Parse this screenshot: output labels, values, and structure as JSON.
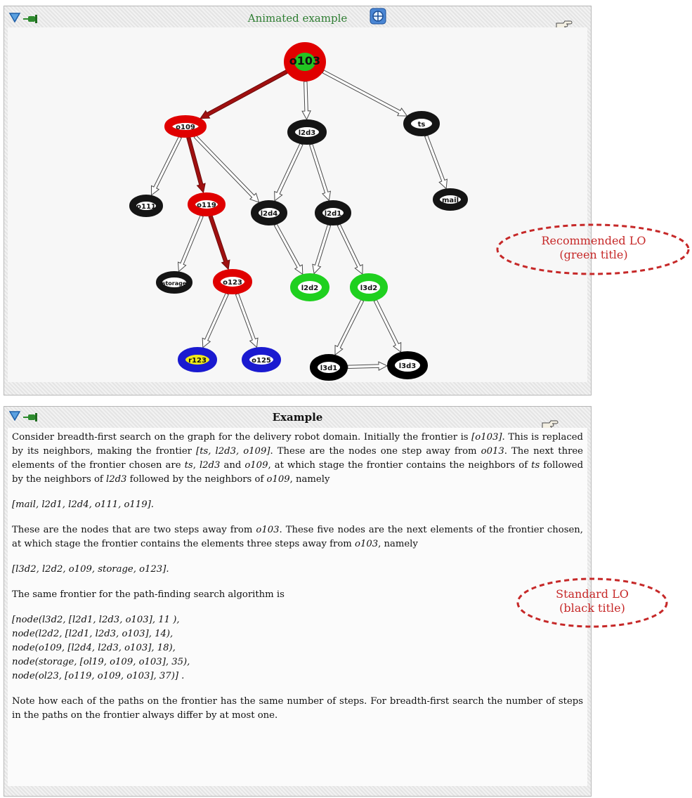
{
  "panel_recommended": {
    "title": "Animated example",
    "icons": [
      "collapse-triangle-icon",
      "pin-icon",
      "zoom-globe-icon",
      "pointing-hand-icon"
    ]
  },
  "graph": {
    "nodes": [
      {
        "id": "o103",
        "label": "o103",
        "fill": "#22c422",
        "stroke": "#e00000"
      },
      {
        "id": "o109",
        "label": "o109",
        "fill": "#ffffff",
        "stroke": "#e00000"
      },
      {
        "id": "l2d3",
        "label": "l2d3",
        "fill": "#ffffff",
        "stroke": "#151515"
      },
      {
        "id": "ts",
        "label": "ts",
        "fill": "#ffffff",
        "stroke": "#151515"
      },
      {
        "id": "o111",
        "label": "o111",
        "fill": "#ffffff",
        "stroke": "#151515"
      },
      {
        "id": "o119",
        "label": "o119",
        "fill": "#ffffff",
        "stroke": "#e00000"
      },
      {
        "id": "l2d4",
        "label": "l2d4",
        "fill": "#ffffff",
        "stroke": "#151515"
      },
      {
        "id": "l2d1",
        "label": "l2d1",
        "fill": "#ffffff",
        "stroke": "#151515"
      },
      {
        "id": "mail",
        "label": "mail",
        "fill": "#ffffff",
        "stroke": "#151515"
      },
      {
        "id": "storage",
        "label": "storage",
        "fill": "#ffffff",
        "stroke": "#151515"
      },
      {
        "id": "o123",
        "label": "o123",
        "fill": "#ffffff",
        "stroke": "#e00000"
      },
      {
        "id": "l2d2",
        "label": "l2d2",
        "fill": "#ffffff",
        "stroke": "#1fd01f"
      },
      {
        "id": "l3d2",
        "label": "l3d2",
        "fill": "#ffffff",
        "stroke": "#1fd01f"
      },
      {
        "id": "r123",
        "label": "r123",
        "fill": "#f0ea18",
        "stroke": "#1a1ad0"
      },
      {
        "id": "o125",
        "label": "o125",
        "fill": "#ffffff",
        "stroke": "#1a1ad0"
      },
      {
        "id": "l3d1",
        "label": "l3d1",
        "fill": "#ffffff",
        "stroke": "#000000"
      },
      {
        "id": "l3d3",
        "label": "l3d3",
        "fill": "#ffffff",
        "stroke": "#000000"
      }
    ],
    "edges": [
      {
        "from": "o103",
        "to": "o109",
        "active": true
      },
      {
        "from": "o103",
        "to": "l2d3",
        "active": false
      },
      {
        "from": "o103",
        "to": "ts",
        "active": false
      },
      {
        "from": "o109",
        "to": "o111",
        "active": false
      },
      {
        "from": "o109",
        "to": "o119",
        "active": true
      },
      {
        "from": "o109",
        "to": "l2d4",
        "active": false
      },
      {
        "from": "l2d3",
        "to": "l2d4",
        "active": false
      },
      {
        "from": "l2d3",
        "to": "l2d1",
        "active": false
      },
      {
        "from": "ts",
        "to": "mail",
        "active": false
      },
      {
        "from": "o119",
        "to": "storage",
        "active": false
      },
      {
        "from": "o119",
        "to": "o123",
        "active": true
      },
      {
        "from": "l2d4",
        "to": "l2d2",
        "active": false
      },
      {
        "from": "l2d1",
        "to": "l2d2",
        "active": false
      },
      {
        "from": "l2d1",
        "to": "l3d2",
        "active": false
      },
      {
        "from": "o123",
        "to": "r123",
        "active": false
      },
      {
        "from": "o123",
        "to": "o125",
        "active": false
      },
      {
        "from": "l3d2",
        "to": "l3d1",
        "active": false
      },
      {
        "from": "l3d2",
        "to": "l3d3",
        "active": false
      },
      {
        "from": "l3d1",
        "to": "l3d3",
        "active": false
      }
    ]
  },
  "panel_standard": {
    "title": "Example",
    "icons": [
      "collapse-triangle-icon",
      "pin-icon",
      "pointing-hand-icon"
    ],
    "p1_a": "Consider breadth-first search on the graph for the delivery robot domain. Initially the frontier is ",
    "p1_b": "[o103]",
    "p1_c": ". This is replaced by its neighbors, making the frontier ",
    "p1_d": "[ts, l2d3, o109]",
    "p1_e": ". These are the nodes one step away from ",
    "p1_f": "o013",
    "p1_g": ". The next three elements of the frontier chosen are ",
    "p1_h": "ts",
    "p1_i": ", ",
    "p1_j": "l2d3",
    "p1_k": " and ",
    "p1_l": "o109",
    "p1_m": ", at which stage the frontier contains the neighbors of ",
    "p1_n": "ts",
    "p1_o": " followed by the neighbors of ",
    "p1_p": "l2d3",
    "p1_q": " followed by the neighbors of ",
    "p1_r": "o109",
    "p1_s": ", namely",
    "list1": "[mail, l2d1, l2d4, o111, o119].",
    "p2_a": "These are the nodes that are two steps away from ",
    "p2_b": "o103",
    "p2_c": ". These five nodes are the next elements of the frontier chosen, at which stage the frontier contains the elements three steps away from ",
    "p2_d": "o103",
    "p2_e": ", namely",
    "list2": "[l3d2, l2d2, o109, storage, o123].",
    "p3": "The same frontier for the path-finding search algorithm is",
    "code": [
      "[node(l3d2, [l2d1, l2d3, o103], 11 ),",
      "node(l2d2, [l2d1, l2d3, o103], 14),",
      "node(o109, [l2d4, l2d3, o103], 18),",
      "node(storage, [ol19, o109, o103], 35),",
      "node(ol23, [o119, o109, o103], 37)] ."
    ],
    "p4": "Note how each of the paths on the frontier has the same number of steps. For breadth-first search the number of steps in the paths on the frontier always differ by at most one."
  },
  "callout_recommended": {
    "line1": "Recommended LO",
    "line2": "(green title)"
  },
  "callout_standard": {
    "line1": "Standard LO",
    "line2": "(black title)"
  },
  "colors": {
    "callout": "#c62828",
    "green_title": "#2e7d32",
    "active_edge": "#a01010"
  }
}
